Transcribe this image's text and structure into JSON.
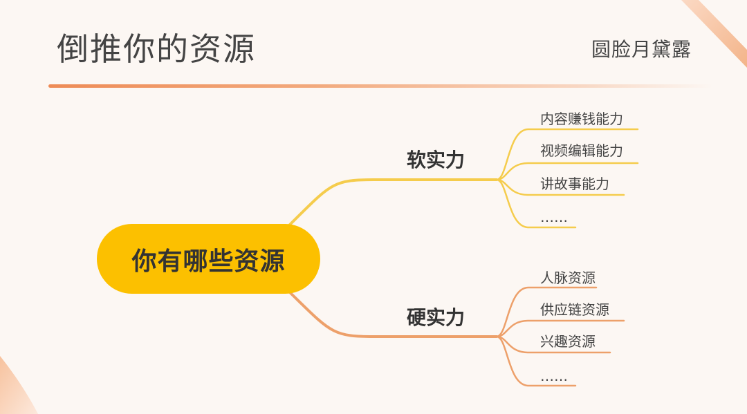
{
  "slide": {
    "title": "倒推你的资源",
    "author": "圆脸月黛露"
  },
  "mindmap": {
    "center": "你有哪些资源",
    "branches": [
      {
        "label": "软实力",
        "color": "#f5cc4c",
        "items": [
          "内容赚钱能力",
          "视频编辑能力",
          "讲故事能力",
          "……"
        ]
      },
      {
        "label": "硬实力",
        "color": "#eda06a",
        "items": [
          "人脉资源",
          "供应链资源",
          "兴趣资源",
          "……"
        ]
      }
    ]
  },
  "colors": {
    "background": "#fcf7f3",
    "center_fill": "#fcc000",
    "accent": "#ee8b56",
    "soft_branch": "#f5cc4c",
    "hard_branch": "#eda06a"
  }
}
